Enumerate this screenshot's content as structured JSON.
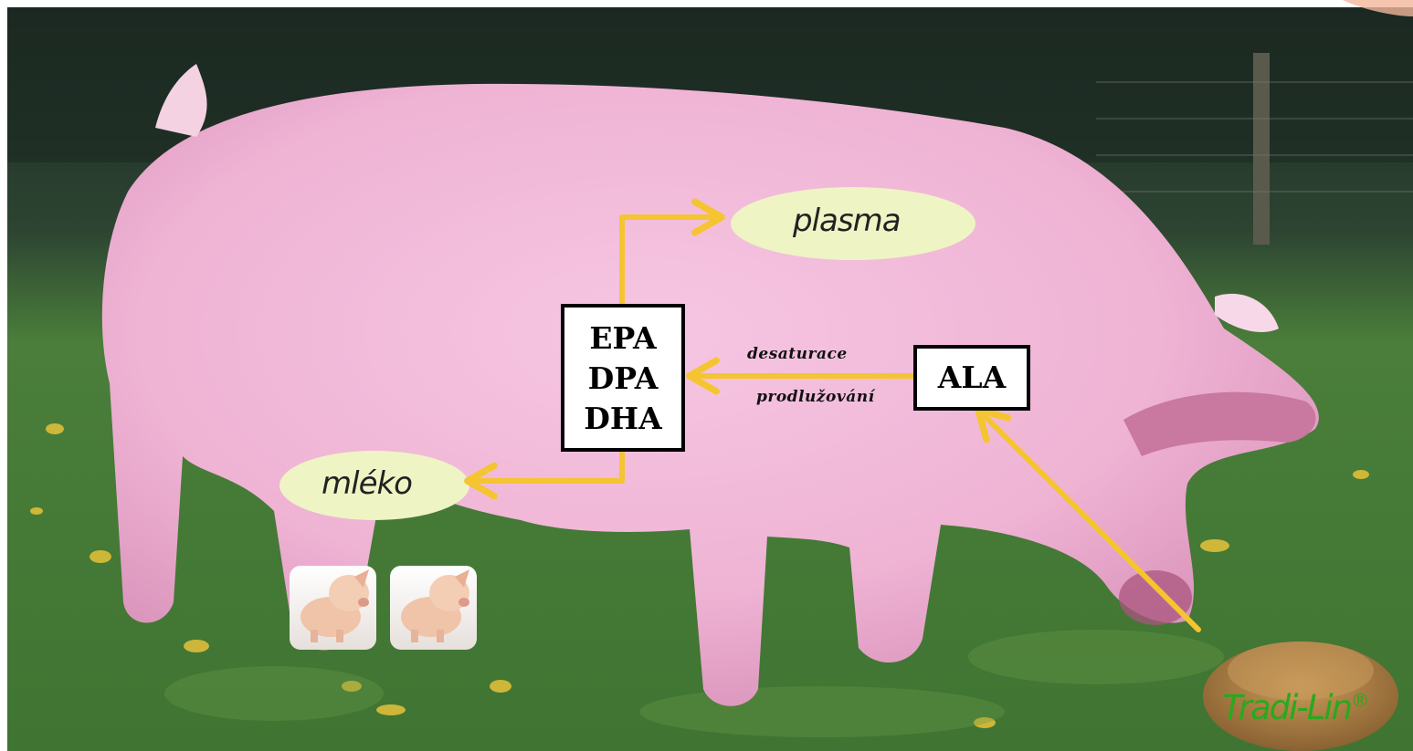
{
  "diagram": {
    "source_node": {
      "label": "ALA"
    },
    "product_node": {
      "lines": [
        "EPA",
        "DPA",
        "DHA"
      ]
    },
    "targets": [
      {
        "id": "plasma",
        "label": "plasma"
      },
      {
        "id": "milk",
        "label": "mléko"
      }
    ],
    "conversion_labels": [
      "desaturace",
      "prodlužování"
    ],
    "brand": {
      "name": "Tradi-Lin",
      "mark": "®"
    }
  },
  "colors": {
    "arrow": "#f4c531",
    "ellipse_fill": "#eef4c4",
    "brand_text": "#2aa81e",
    "box_border": "#000000",
    "pig_skin": "#efb3d4",
    "grass": "#4a7e3a",
    "flax_feed": "#b88a48"
  },
  "icons": [
    "pig-photo-background",
    "piglet-icon",
    "flax-feed-pile"
  ]
}
